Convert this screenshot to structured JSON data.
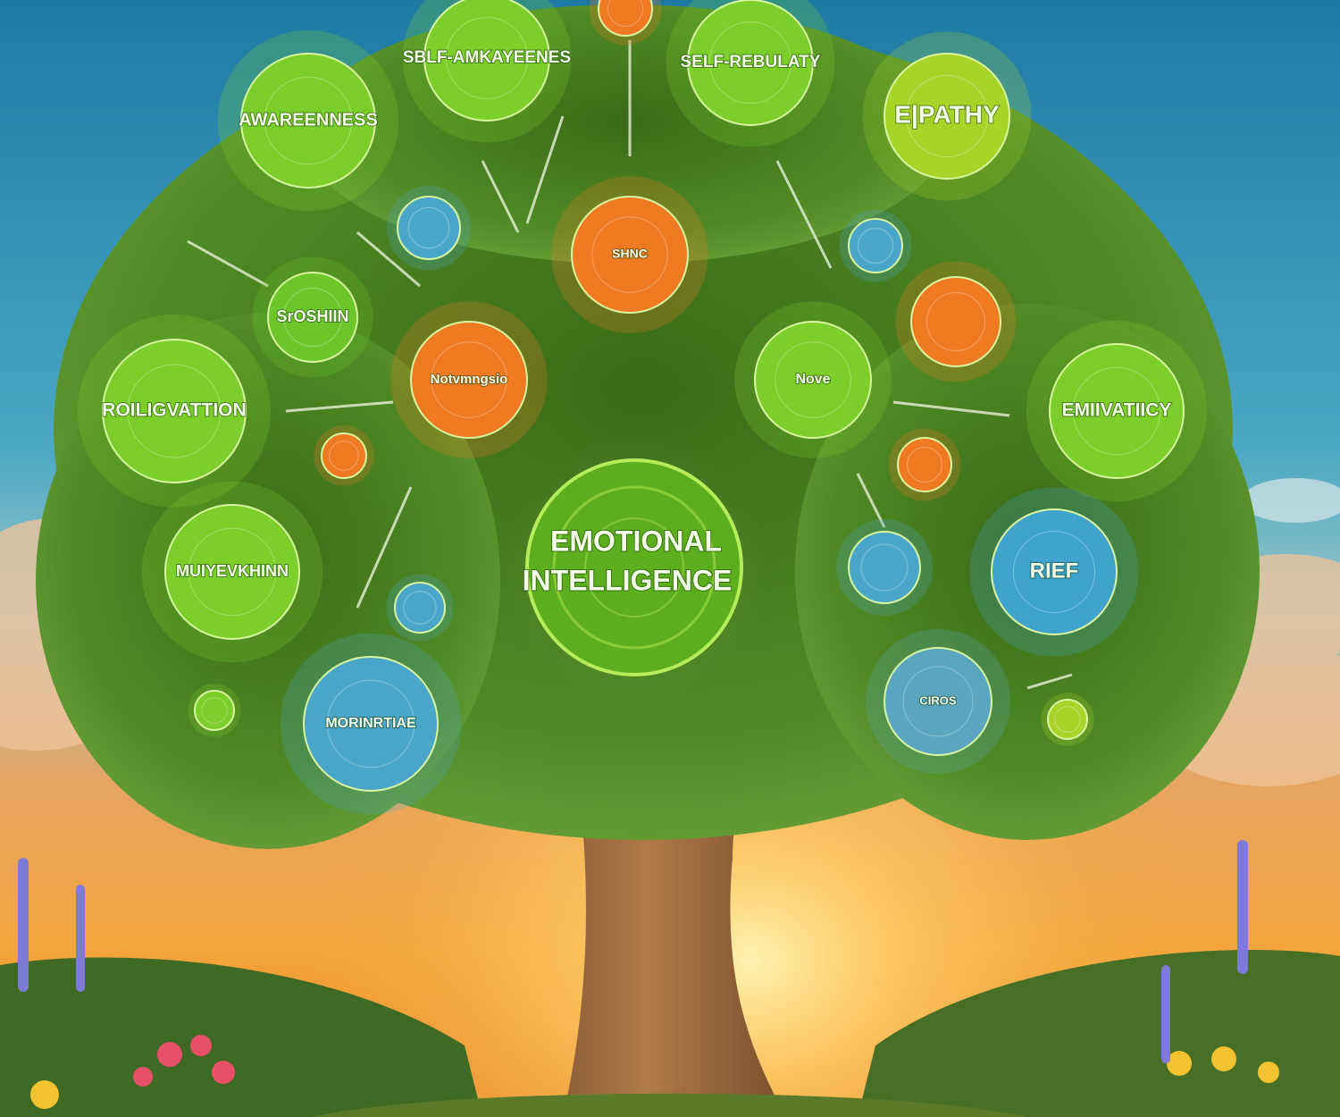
{
  "title": "EMOTIONAL INTELLIGENCE",
  "center": {
    "line1": "EMOTIONAL",
    "line2": "INTELLIGENCE"
  },
  "nodes": [
    {
      "id": "awareness",
      "label": "AWAREENNESS",
      "color": "#7ccf2a"
    },
    {
      "id": "self-awareness",
      "label": "SBLF-AMKAYEENES",
      "color": "#7ccf2a"
    },
    {
      "id": "self-regulation",
      "label": "SELF-REBULATY",
      "color": "#7ccf2a"
    },
    {
      "id": "empathy",
      "label": "E|PATHY",
      "color": "#a8d42a"
    },
    {
      "id": "top-orange",
      "label": "",
      "color": "#f07a22"
    },
    {
      "id": "blue-1",
      "label": "",
      "color": "#4aa6c8"
    },
    {
      "id": "center-orange",
      "label": "SHNC",
      "color": "#f07a22"
    },
    {
      "id": "blue-2",
      "label": "",
      "color": "#4aa6c8"
    },
    {
      "id": "small-green",
      "label": "SrOSHIIN",
      "color": "#6cc62a"
    },
    {
      "id": "motivation-orange",
      "label": "Notvmngsio",
      "color": "#f07a22"
    },
    {
      "id": "nove",
      "label": "Nove",
      "color": "#7ccf2a"
    },
    {
      "id": "right-orange",
      "label": "",
      "color": "#f07a22"
    },
    {
      "id": "motivation",
      "label": "ROILIGVATTION",
      "color": "#7ccf2a"
    },
    {
      "id": "emivatiicy",
      "label": "EMIIVATIICY",
      "color": "#7ccf2a"
    },
    {
      "id": "orange-small-1",
      "label": "",
      "color": "#f07a22"
    },
    {
      "id": "orange-small-2",
      "label": "",
      "color": "#f07a22"
    },
    {
      "id": "blue-3",
      "label": "",
      "color": "#4aa6c8"
    },
    {
      "id": "rief",
      "label": "RIEF",
      "color": "#3fa3cc"
    },
    {
      "id": "muiyevkhinn",
      "label": "MUIYEVKHINN",
      "color": "#7ccf2a"
    },
    {
      "id": "blue-4",
      "label": "",
      "color": "#4aa6c8"
    },
    {
      "id": "green-dot-1",
      "label": "",
      "color": "#7ccf2a"
    },
    {
      "id": "morinrtiae",
      "label": "MORINRTIAE",
      "color": "#4aa6c8"
    },
    {
      "id": "ciros",
      "label": "CIROS",
      "color": "#5aa6c0"
    },
    {
      "id": "green-dot-2",
      "label": "",
      "color": "#a8d42a"
    }
  ],
  "colors": {
    "sky_top": "#1f7ea6",
    "sky_mid": "#5fb3c8",
    "sunset": "#f3a43c",
    "canopy": "#3d7a1c",
    "trunk": "#8a5a32"
  }
}
